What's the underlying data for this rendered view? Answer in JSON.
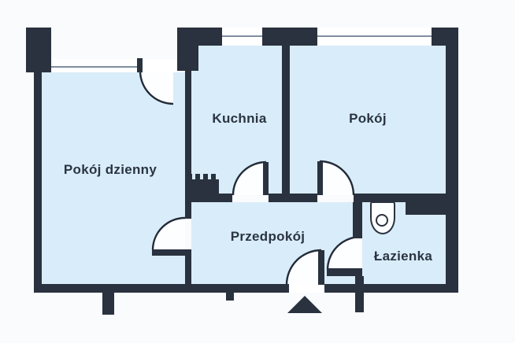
{
  "floorplan": {
    "rooms": [
      {
        "id": "living-room",
        "label": "Pokój dzienny"
      },
      {
        "id": "kitchen",
        "label": "Kuchnia"
      },
      {
        "id": "room",
        "label": "Pokój"
      },
      {
        "id": "hallway",
        "label": "Przedpokój"
      },
      {
        "id": "bathroom",
        "label": "Łazienka"
      }
    ],
    "fixtures": [
      {
        "icon": "toilet-icon",
        "room": "bathroom"
      },
      {
        "icon": "entrance-arrow-icon",
        "location": "main-entrance-bottom"
      }
    ],
    "features": {
      "windows": 3,
      "door_swings": 6,
      "ventilation_shaft": "kitchen lower-left corner"
    },
    "colors": {
      "wall": "#2a323f",
      "floor": "#d9ecf9",
      "background": "#f9fbfd",
      "door_arc_fill": "#fdfeff",
      "window_line": "#7f8ea0",
      "label_text": "#2b3442"
    }
  }
}
